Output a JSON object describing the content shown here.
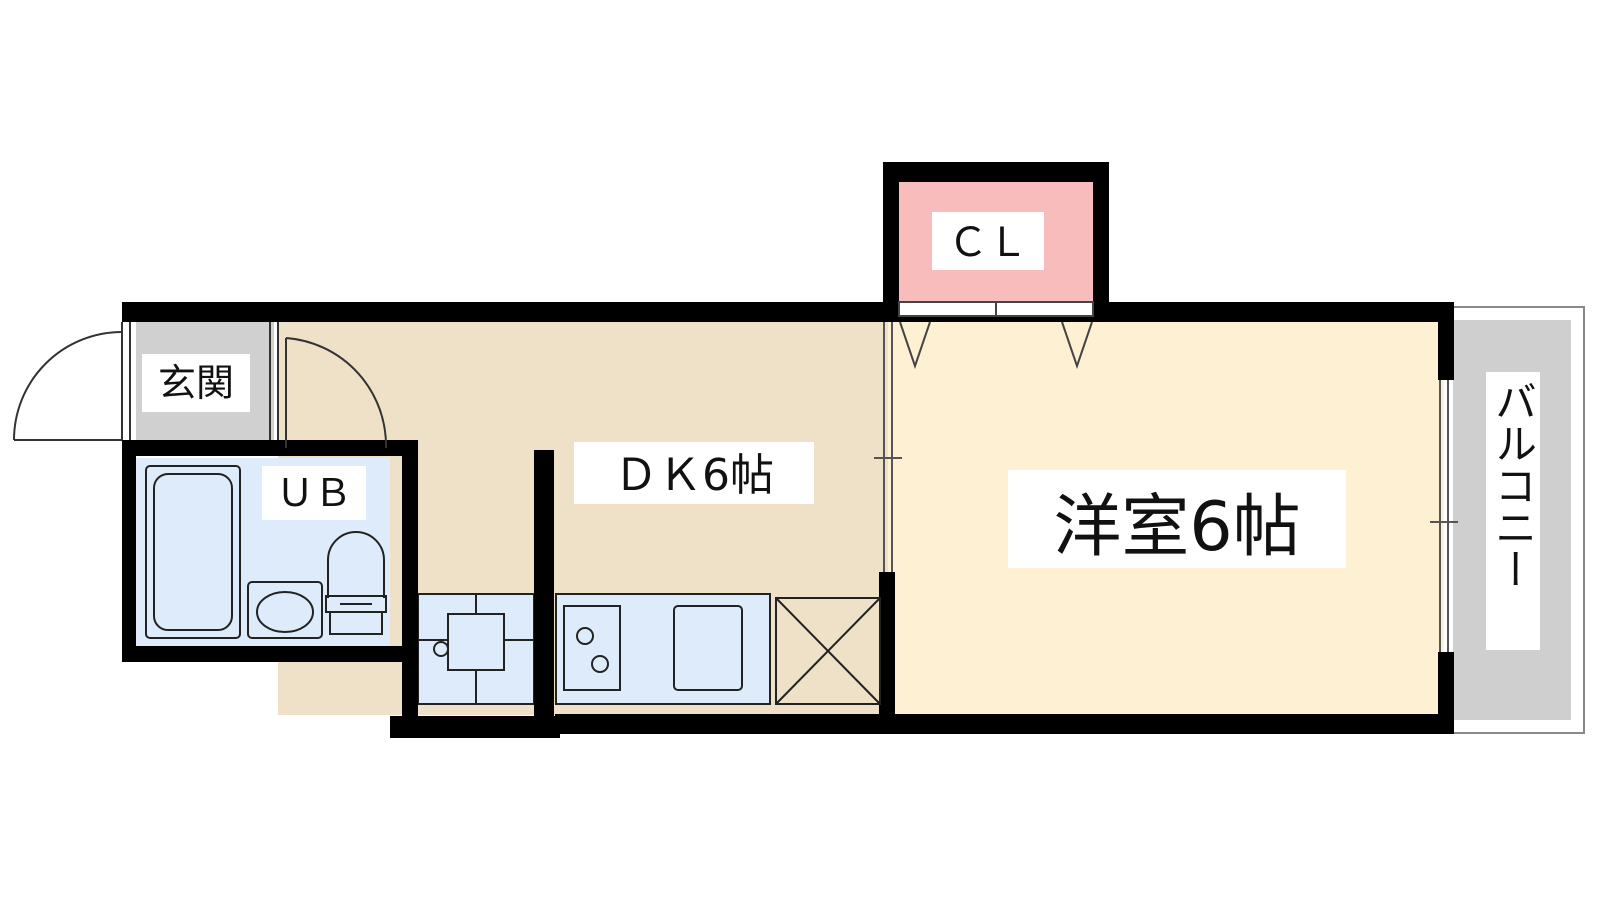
{
  "rooms": {
    "entrance": "玄関",
    "unit_bath": "ＵＢ",
    "dining_kitchen": "ＤＫ6帖",
    "western_room": "洋室6帖",
    "closet": "ＣＬ",
    "balcony": "バルコニー"
  },
  "colors": {
    "wall": "#000000",
    "dk_floor": "#efe0c8",
    "western_floor": "#fdf0d3",
    "closet_floor": "#f8bcbc",
    "bath_floor": "#ddebfa",
    "entrance_floor": "#d0d0d0",
    "balcony_floor": "#cfcfcf"
  }
}
